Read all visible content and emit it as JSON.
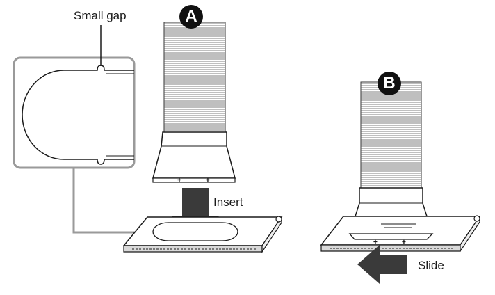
{
  "labels": {
    "small_gap": "Small gap",
    "insert": "Insert",
    "slide": "Slide",
    "badge_a": "A",
    "badge_b": "B"
  },
  "colors": {
    "ink": "#1a1a1a",
    "detail_frame": "#9a9a9a",
    "arrow": "#3a3a3a",
    "badge": "#111111"
  }
}
